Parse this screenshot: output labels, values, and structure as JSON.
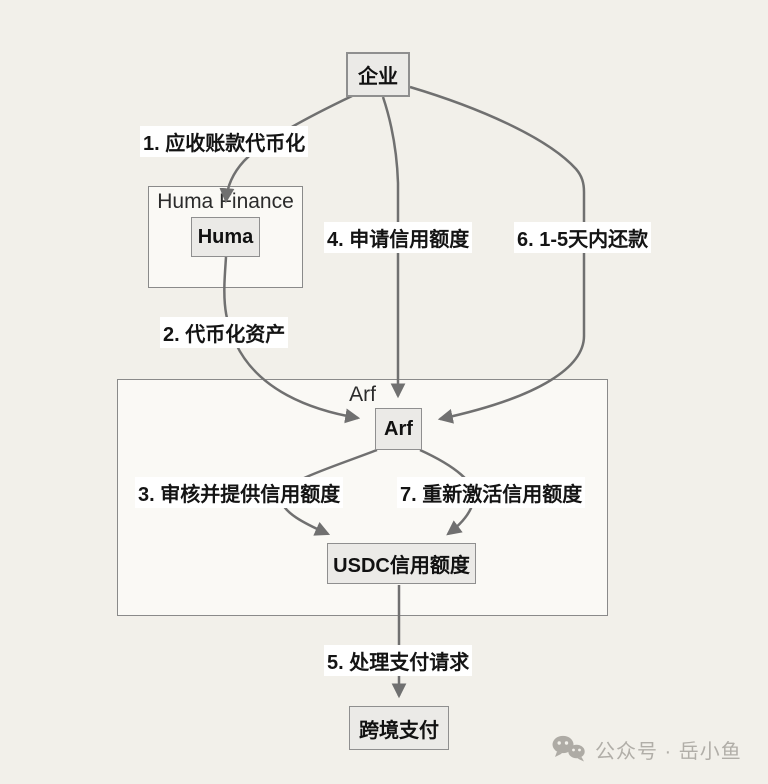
{
  "diagram": {
    "nodes": {
      "enterprise": {
        "label": "企业"
      },
      "huma": {
        "label": "Huma"
      },
      "arf": {
        "label": "Arf"
      },
      "usdc_credit": {
        "label": "USDC信用额度"
      },
      "cross_border_payment": {
        "label": "跨境支付"
      }
    },
    "containers": {
      "huma_finance": {
        "title": "Huma Finance"
      },
      "arf_group": {
        "title": "Arf"
      }
    },
    "edges": [
      {
        "step": "1",
        "from": "企业",
        "to": "Huma",
        "label": "1. 应收账款代币化"
      },
      {
        "step": "2",
        "from": "Huma",
        "to": "Arf",
        "label": "2. 代币化资产"
      },
      {
        "step": "3",
        "from": "Arf",
        "to": "USDC信用额度",
        "label": "3. 审核并提供信用额度"
      },
      {
        "step": "4",
        "from": "企业",
        "to": "Arf",
        "label": "4. 申请信用额度"
      },
      {
        "step": "5",
        "from": "USDC信用额度",
        "to": "跨境支付",
        "label": "5. 处理支付请求"
      },
      {
        "step": "6",
        "from": "企业",
        "to": "Arf",
        "label": "6. 1-5天内还款"
      },
      {
        "step": "7",
        "from": "Arf",
        "to": "USDC信用额度",
        "label": "7. 重新激活信用额度"
      }
    ],
    "colors": {
      "background": "#f2f0ea",
      "node_fill": "#ebeae7",
      "node_border": "#8f8f8f",
      "container_fill": "#faf9f5",
      "container_border": "#8a8a8a",
      "edge_line": "#707070",
      "label_background": "#ffffff",
      "text": "#141414",
      "watermark": "#b1aea8"
    }
  },
  "watermark": {
    "icon": "wechat-bubbles-icon",
    "text": "公众号 · 岳小鱼"
  }
}
